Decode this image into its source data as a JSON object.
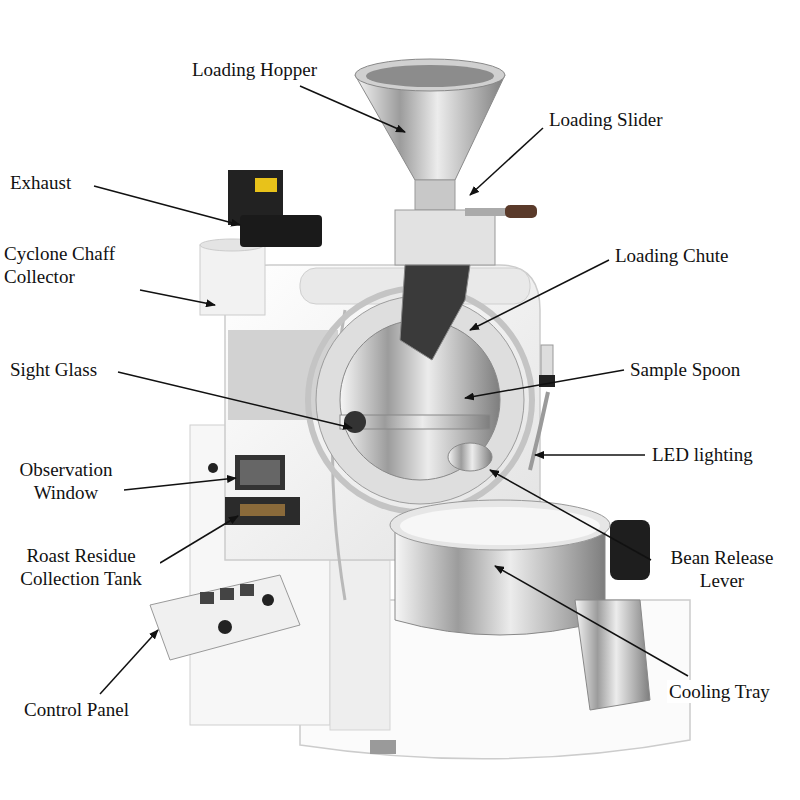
{
  "diagram": {
    "labels": [
      "Loading Hopper",
      "Loading Slider",
      "Exhaust",
      "Cyclone Chaff Collector",
      "Loading Chute",
      "Sight Glass",
      "Sample Spoon",
      "LED lighting",
      "Observation Window",
      "Bean Release Lever",
      "Roast Residue Collection Tank",
      "Control Panel",
      "Cooling Tray"
    ]
  }
}
